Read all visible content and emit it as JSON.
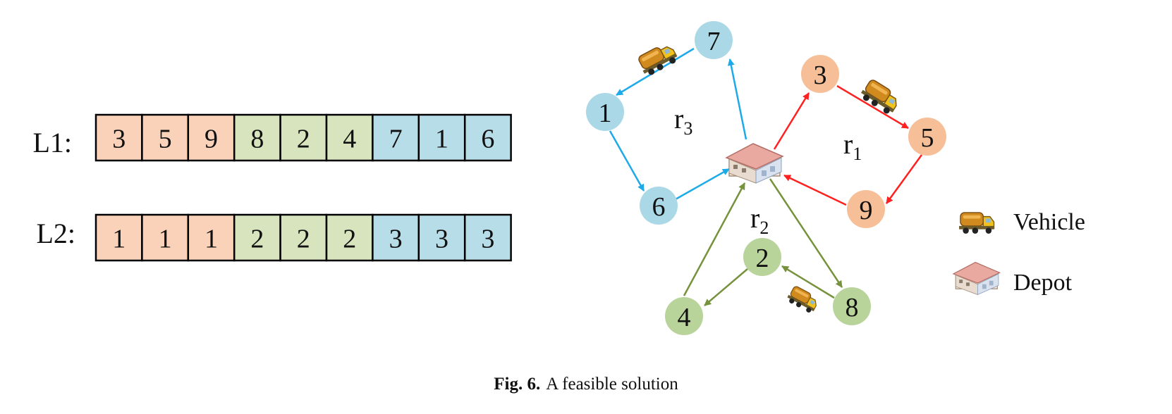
{
  "arrays": [
    {
      "label": "L1:",
      "cells": [
        "3",
        "5",
        "9",
        "8",
        "2",
        "4",
        "7",
        "1",
        "6"
      ]
    },
    {
      "label": "L2:",
      "cells": [
        "1",
        "1",
        "1",
        "2",
        "2",
        "2",
        "3",
        "3",
        "3"
      ]
    }
  ],
  "colors": {
    "route1": "#f9d2b9",
    "route2": "#d7e4bd",
    "route3": "#b7dde8",
    "node_r1": "#f7bf97",
    "node_r2": "#b9d49b",
    "node_r3": "#abd8e6",
    "arrow_r1": "#ff2020",
    "arrow_r2": "#76923c",
    "arrow_r3": "#1eaae8"
  },
  "graph": {
    "nodes": [
      {
        "id": "7",
        "route": 3
      },
      {
        "id": "1",
        "route": 3
      },
      {
        "id": "6",
        "route": 3
      },
      {
        "id": "3",
        "route": 1
      },
      {
        "id": "5",
        "route": 1
      },
      {
        "id": "9",
        "route": 1
      },
      {
        "id": "2",
        "route": 2
      },
      {
        "id": "4",
        "route": 2
      },
      {
        "id": "8",
        "route": 2
      }
    ],
    "route_labels": [
      {
        "base": "r",
        "sub": "1"
      },
      {
        "base": "r",
        "sub": "2"
      },
      {
        "base": "r",
        "sub": "3"
      }
    ],
    "depot_icon": "depot-building-icon",
    "vehicle_icon": "truck-icon"
  },
  "legend": {
    "vehicle": "Vehicle",
    "depot": "Depot"
  },
  "caption": {
    "figure": "Fig. 6.",
    "text": "A feasible solution"
  }
}
